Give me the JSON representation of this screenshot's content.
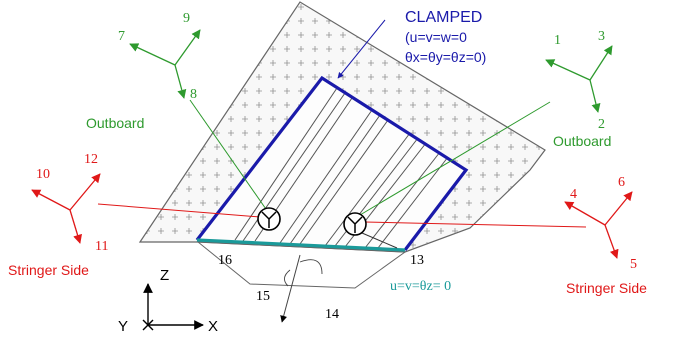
{
  "clamped": {
    "title": "CLAMPED",
    "line1": "(u=v=w=0",
    "theta_line": "θx=θy=θz=0)",
    "color": "#1a1aaa"
  },
  "boundary_bottom": {
    "label": "u=v=θz= 0",
    "color": "#1a9a9a"
  },
  "sides": {
    "outboard_left": "Outboard",
    "outboard_right": "Outboard",
    "stringer_left": "Stringer Side",
    "stringer_right": "Stringer Side",
    "outboard_color": "#2e9a2e",
    "stringer_color": "#e01818"
  },
  "gauges": {
    "left_green": [
      "7",
      "8",
      "9"
    ],
    "right_green": [
      "1",
      "2",
      "3"
    ],
    "left_red": [
      "10",
      "11",
      "12"
    ],
    "right_red": [
      "4",
      "5",
      "6"
    ]
  },
  "supports": [
    "13",
    "14",
    "15",
    "16"
  ],
  "axes": {
    "z": "Z",
    "y": "Y",
    "x": "X"
  }
}
